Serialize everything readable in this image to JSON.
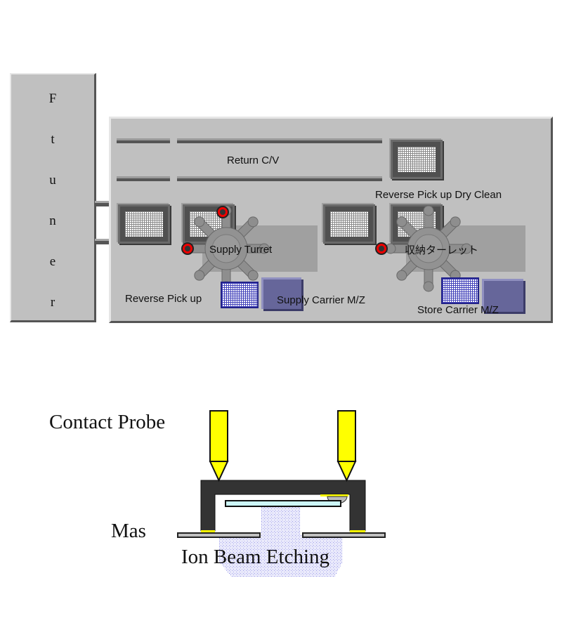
{
  "equipment_layout": {
    "ftuner": {
      "letters": [
        "F",
        "t",
        "u",
        "n",
        "e",
        "r"
      ]
    },
    "labels": {
      "return_cv": "Return C/V",
      "reverse_pickup_dry_clean": "Reverse Pick up Dry Clean",
      "supply_turret": "Supply Turret",
      "store_turret": "収納ターレット",
      "reverse_pickup": "Reverse Pick up",
      "supply_carrier": "Supply Carrier M/Z",
      "store_carrier": "Store Carrier M/Z"
    },
    "colors": {
      "panel": "#c0c0c0",
      "sensor": "#ee0000",
      "carrier": "#66669a",
      "grid_blue": "#22228a"
    }
  },
  "probe_diagram": {
    "labels": {
      "contact_probe": "Contact Probe",
      "mask": "Mas",
      "ion_beam_etching": "Ion Beam Etching"
    },
    "colors": {
      "probe": "#ffff00",
      "frame": "#333333",
      "substrate": "#ccf6f8",
      "ion_beam": "#6f6fe0"
    }
  }
}
